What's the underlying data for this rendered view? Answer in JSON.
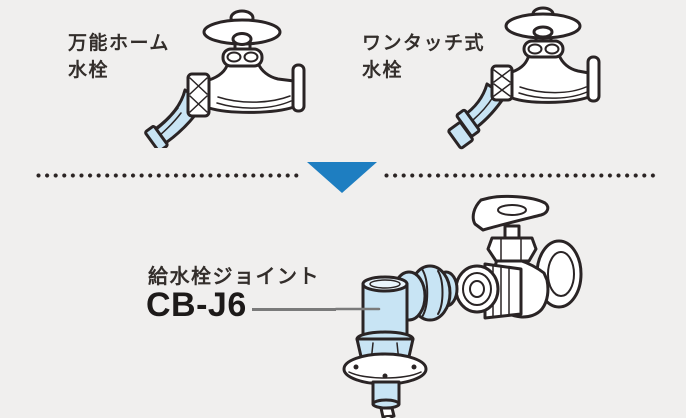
{
  "colors": {
    "background": "#f0efee",
    "line_art_outline": "#2a2425",
    "product_light_blue": "#c8e4f4",
    "arrow_blue": "#1e7ec1",
    "text": "#332e2b",
    "leader_line_gray": "#7a7a7a",
    "dotted_line": "#2b2423"
  },
  "top_row": {
    "left_item": {
      "label": [
        "万能ホーム",
        "水栓"
      ],
      "icon": "universal-home-faucet-illustration"
    },
    "right_item": {
      "label": [
        "ワンタッチ式",
        "水栓"
      ],
      "icon": "one-touch-faucet-illustration"
    }
  },
  "separator": {
    "icon": "down-arrow",
    "style": "dotted-line-with-center-arrow"
  },
  "bottom": {
    "product_name": "給水栓ジョイント",
    "product_code": "CB-J6",
    "icon": "cb-j6-joint-and-wall-faucet-illustration"
  }
}
